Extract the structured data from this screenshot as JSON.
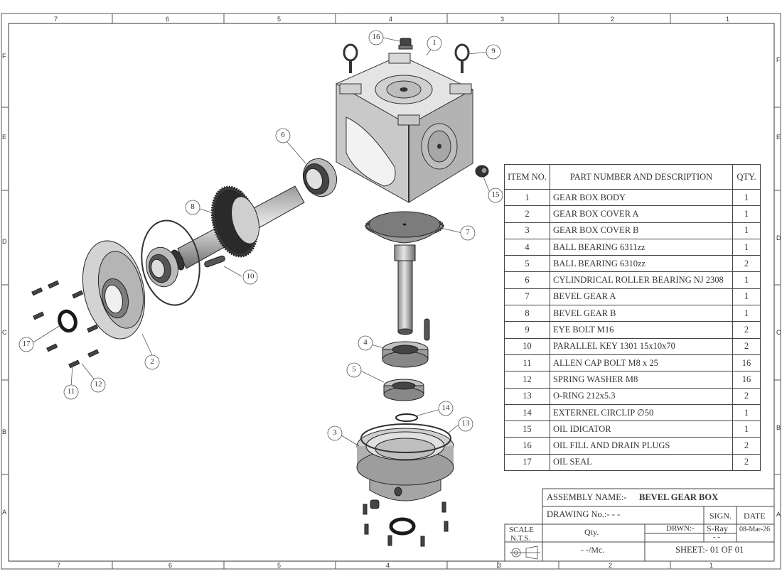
{
  "border": {
    "top_zones": [
      "7",
      "6",
      "5",
      "4",
      "3",
      "2",
      "1"
    ],
    "bottom_zones": [
      "7",
      "6",
      "5",
      "4",
      "3",
      "2",
      "1"
    ],
    "side_zones": [
      "F",
      "E",
      "D",
      "C",
      "B",
      "A"
    ]
  },
  "bom": {
    "headers": {
      "item": "ITEM NO.",
      "part": "PART NUMBER AND DESCRIPTION",
      "qty": "QTY."
    },
    "rows": [
      {
        "item": "1",
        "part": "GEAR BOX BODY",
        "qty": "1"
      },
      {
        "item": "2",
        "part": "GEAR BOX COVER A",
        "qty": "1"
      },
      {
        "item": "3",
        "part": "GEAR BOX COVER B",
        "qty": "1"
      },
      {
        "item": "4",
        "part": "BALL BEARING 6311zz",
        "qty": "1"
      },
      {
        "item": "5",
        "part": "BALL BEARING 6310zz",
        "qty": "2"
      },
      {
        "item": "6",
        "part": "CYLINDRICAL ROLLER BEARING NJ 2308",
        "qty": "1"
      },
      {
        "item": "7",
        "part": "BEVEL GEAR A",
        "qty": "1"
      },
      {
        "item": "8",
        "part": "BEVEL GEAR B",
        "qty": "1"
      },
      {
        "item": "9",
        "part": "EYE BOLT M16",
        "qty": "2"
      },
      {
        "item": "10",
        "part": "PARALLEL KEY 1301 15x10x70",
        "qty": "2"
      },
      {
        "item": "11",
        "part": "ALLEN CAP BOLT M8 x 25",
        "qty": "16"
      },
      {
        "item": "12",
        "part": "SPRING WASHER M8",
        "qty": "16"
      },
      {
        "item": "13",
        "part": "O-RING 212x5.3",
        "qty": "2"
      },
      {
        "item": "14",
        "part": "EXTERNEL CIRCLIP ∅50",
        "qty": "1"
      },
      {
        "item": "15",
        "part": "OIL IDICATOR",
        "qty": "1"
      },
      {
        "item": "16",
        "part": "OIL FILL AND DRAIN PLUGS",
        "qty": "2"
      },
      {
        "item": "17",
        "part": "OIL SEAL",
        "qty": "2"
      }
    ]
  },
  "title_block": {
    "assembly_label": "ASSEMBLY NAME:-",
    "assembly_name": "BEVEL GEAR BOX",
    "drawing_no": "DRAWING No.:-  - -",
    "sign_label": "SIGN.",
    "date_label": "DATE",
    "scale_label": "SCALE",
    "scale_value": "N.T.S.",
    "qty_label": "Qty.",
    "drawn_label": "DRWN:-",
    "drawn_by": "S-Ray",
    "date_value": "08-Mar-26",
    "sign_blank": "- -",
    "qty_value": "- -/Mc.",
    "sheet": "SHEET:- 01  OF 01"
  },
  "callouts": [
    "1",
    "2",
    "3",
    "4",
    "5",
    "6",
    "7",
    "8",
    "9",
    "10",
    "11",
    "12",
    "13",
    "14",
    "15",
    "16",
    "17"
  ],
  "colors": {
    "line": "#444444",
    "metal_light": "#d9d9d9",
    "metal_mid": "#a8a8a8",
    "metal_dark": "#5a5a5a",
    "black": "#1a1a1a"
  }
}
